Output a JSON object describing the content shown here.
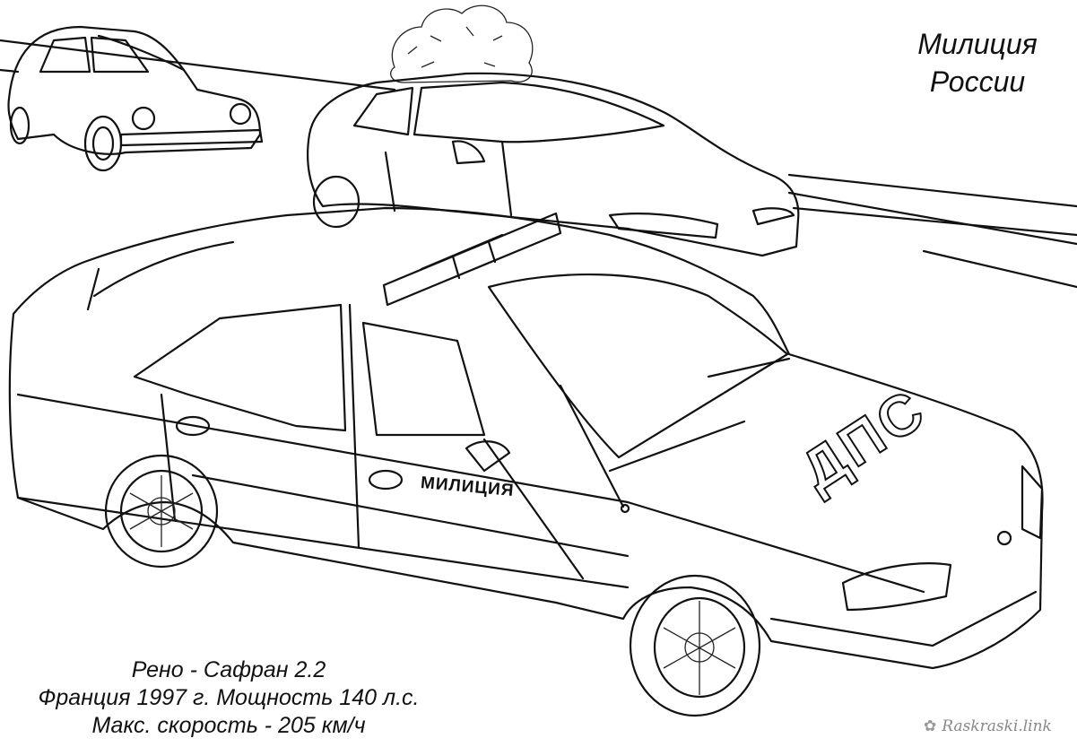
{
  "title": {
    "line1": "Милиция",
    "line2": "России"
  },
  "car_labels": {
    "door": "МИЛИЦИЯ",
    "hood": "ДПС"
  },
  "caption": {
    "line1": "Рено - Сафран 2.2",
    "line2": "Франция 1997 г. Мощность 140 л.с.",
    "line3": "Макс. скорость - 205 км/ч"
  },
  "watermark": {
    "text": "Raskraski.link",
    "icon": "flower-icon"
  }
}
